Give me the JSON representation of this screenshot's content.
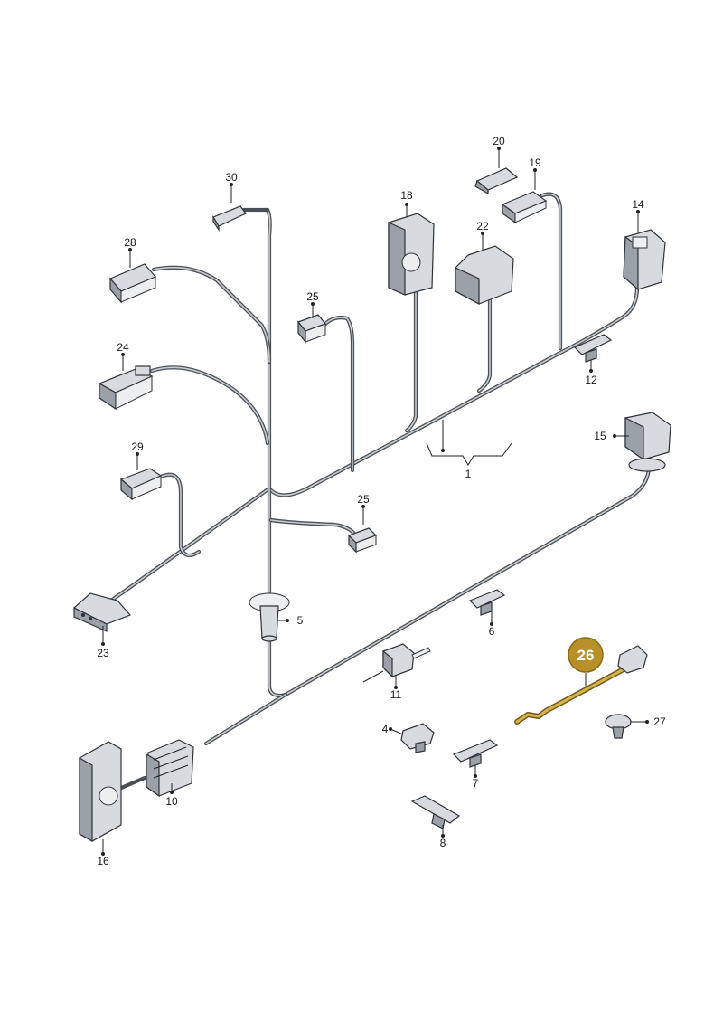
{
  "diagram": {
    "callouts": {
      "c1": "1",
      "c4": "4",
      "c5": "5",
      "c6": "6",
      "c7": "7",
      "c8": "8",
      "c10": "10",
      "c11": "11",
      "c12": "12",
      "c14": "14",
      "c15": "15",
      "c16": "16",
      "c18": "18",
      "c19": "19",
      "c20": "20",
      "c22": "22",
      "c23": "23",
      "c24": "24",
      "c25a": "25",
      "c25b": "25",
      "c26": "26",
      "c27": "27",
      "c28": "28",
      "c29": "29",
      "c30": "30"
    },
    "highlighted_part": "26",
    "colors": {
      "highlight": "#b8902a",
      "wire": "#4a4f55",
      "part": "#d7dbdf"
    }
  }
}
